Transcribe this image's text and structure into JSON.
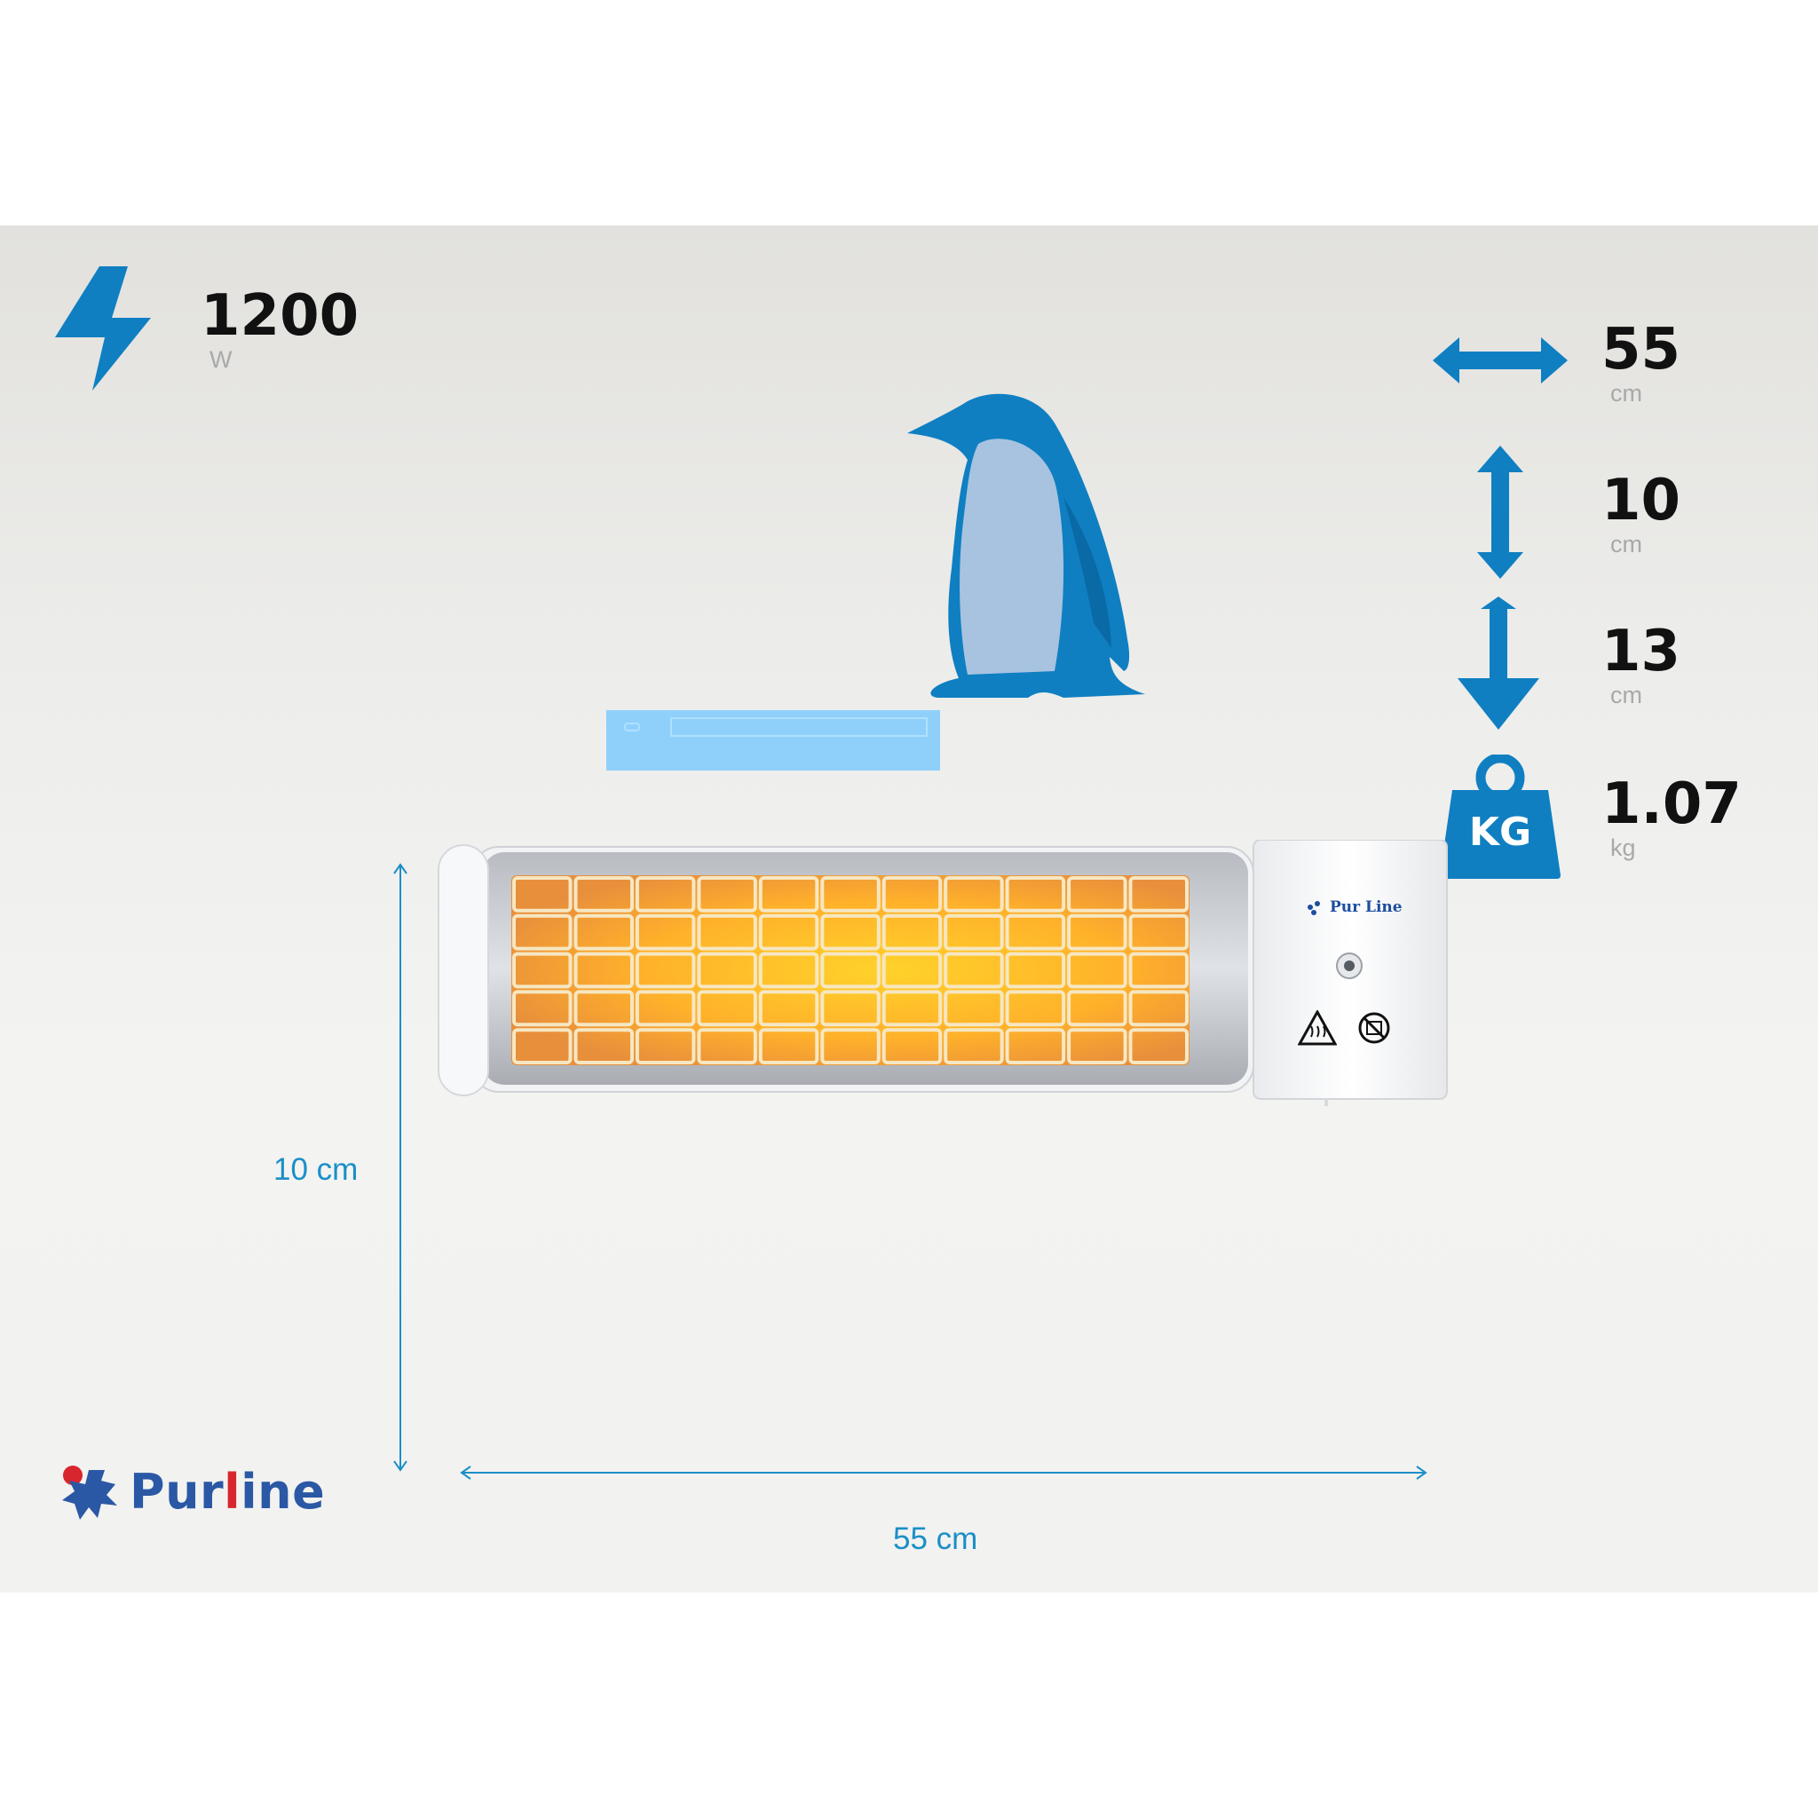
{
  "power": {
    "value": "1200",
    "unit": "W",
    "icon": "lightning-bolt-icon"
  },
  "specs": [
    {
      "value": "55",
      "unit": "cm",
      "icon": "horizontal-arrow-icon"
    },
    {
      "value": "10",
      "unit": "cm",
      "icon": "vertical-arrow-icon"
    },
    {
      "value": "13",
      "unit": "cm",
      "icon": "down-arrow-icon"
    },
    {
      "value": "1.07",
      "unit": "kg",
      "icon": "weight-icon",
      "icon_text": "KG"
    }
  ],
  "dimensions": {
    "height_label": "10 cm",
    "width_label": "55 cm"
  },
  "product": {
    "brand": "Pur Line"
  },
  "logo": {
    "text_a": "Pur",
    "text_b": "l",
    "text_c": "ine"
  },
  "colors": {
    "accent": "#0f7fc2",
    "dimension": "#1a8fc7",
    "brand": "#2a58a5",
    "brand_red": "#d8262e"
  }
}
